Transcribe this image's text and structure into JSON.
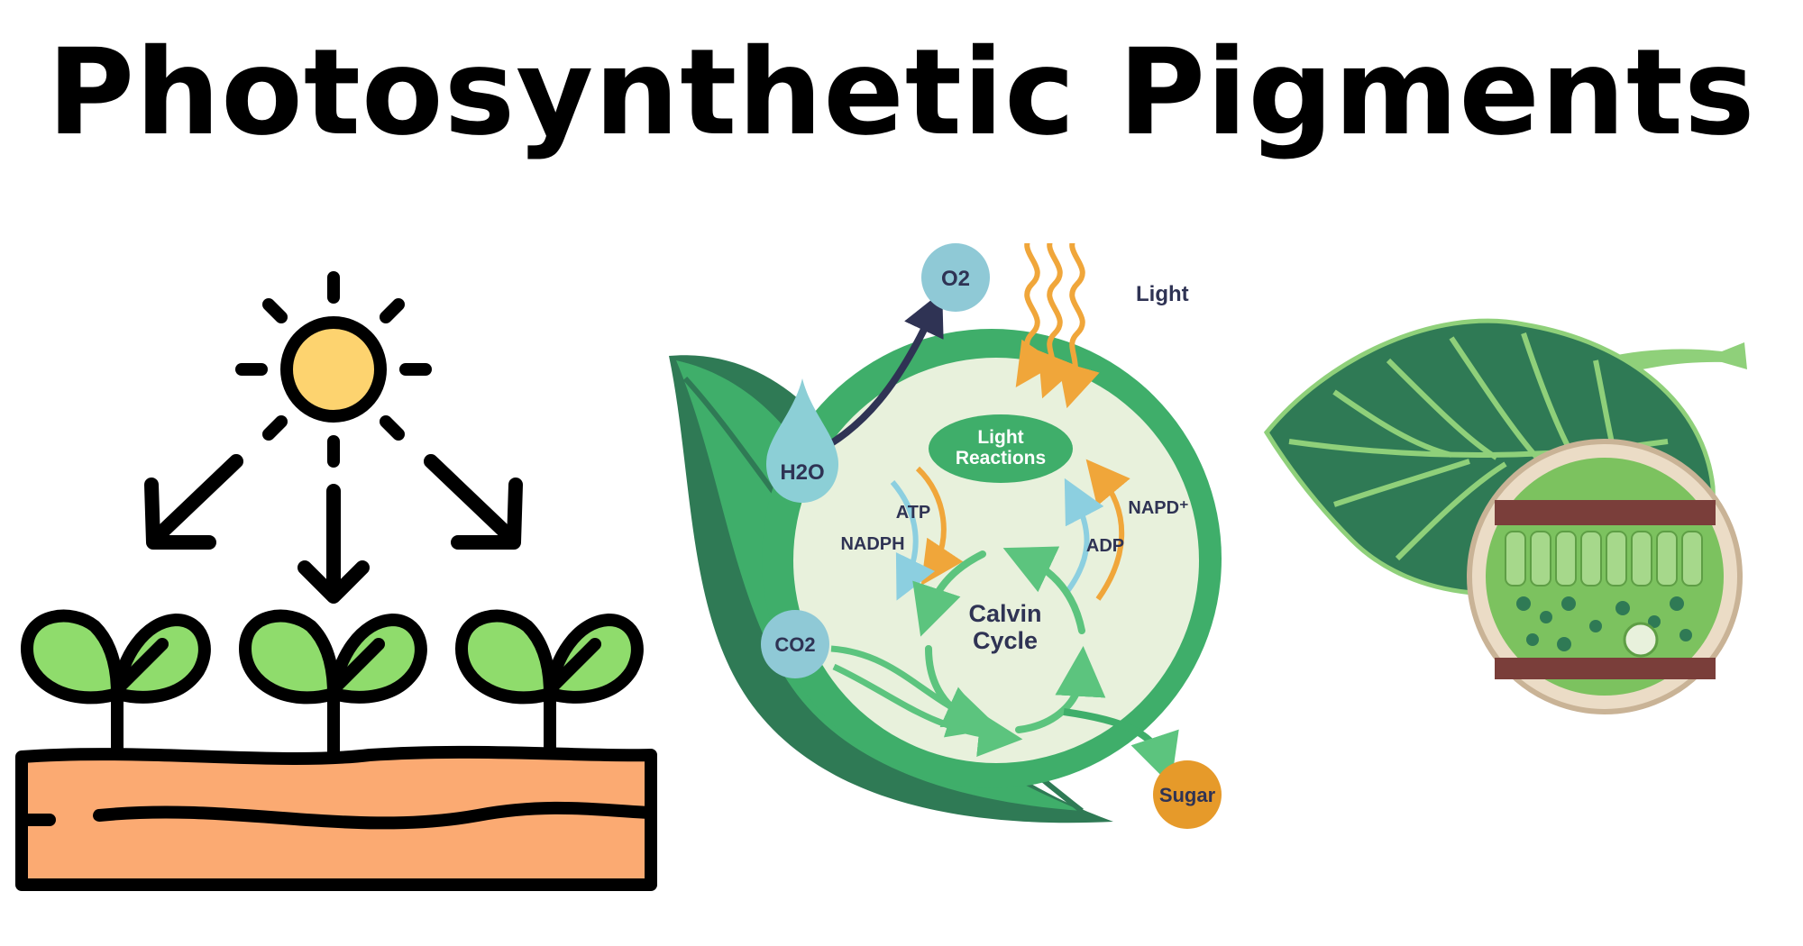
{
  "title": "Photosynthetic Pigments",
  "diagram": {
    "o2": "O2",
    "light": "Light",
    "h2o": "H2O",
    "light_reactions_line1": "Light",
    "light_reactions_line2": "Reactions",
    "atp": "ATP",
    "nadph": "NADPH",
    "napd": "NAPD⁺",
    "adp": "ADP",
    "calvin_line1": "Calvin",
    "calvin_line2": "Cycle",
    "co2": "CO2",
    "sugar": "Sugar"
  },
  "colors": {
    "sun": "#FDD36F",
    "sprout": "#8FDC6C",
    "soil": "#FBAA72",
    "leaf_dark": "#2F7A55",
    "leaf_green": "#3FAE6A",
    "cell_fill": "#E8F1DC",
    "arrow_orange": "#F0A63A",
    "arrow_blue": "#8CCFE0",
    "arrow_green": "#5CC47E",
    "navy": "#2F3354",
    "bubble_blue": "#8FC9D6",
    "sugar": "#E69A2A"
  }
}
